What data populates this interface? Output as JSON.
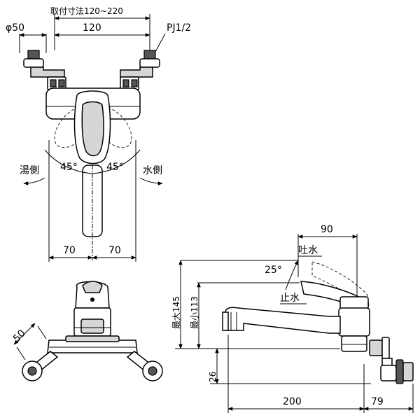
{
  "labels": {
    "mount_distance": "取付寸法120~220",
    "dia_50": "φ50",
    "dim_120": "120",
    "pj": "PJ1/2",
    "hot_side": "湯側",
    "cold_side": "水側",
    "angle_left": "45°",
    "angle_right": "45°",
    "dim_70_left": "70",
    "dim_70_right": "70",
    "dim_50_side": "50",
    "dim_90": "90",
    "spout_open": "吐水",
    "angle_25": "25°",
    "spout_stop": "止水",
    "max_145": "最大145",
    "min_113": "最小113",
    "dim_26": "26",
    "dim_200": "200",
    "dim_79": "79"
  }
}
